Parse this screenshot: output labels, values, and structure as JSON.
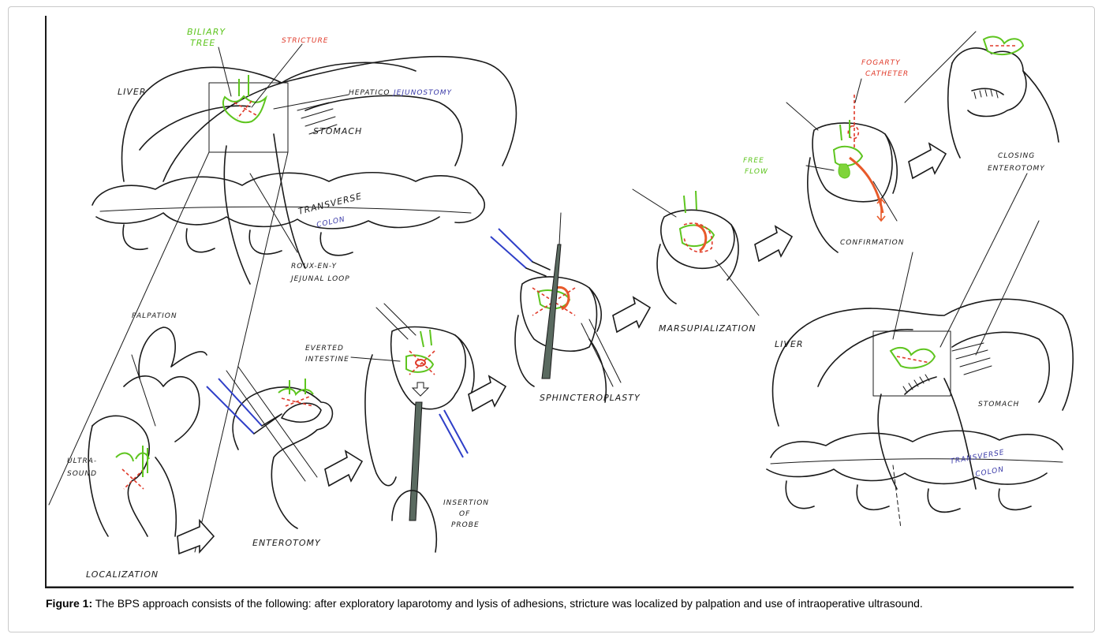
{
  "figure": {
    "labels": {
      "biliary_tree": [
        "BILIARY",
        "TREE"
      ],
      "stricture": "STRICTURE",
      "liver_top": "LIVER",
      "hepatico_a": "HEPATICO",
      "hepatico_b": "JEJUNOSTOMY",
      "stomach_top": "STOMACH",
      "transverse_top": "TRANSVERSE",
      "colon_top": "COLON",
      "roux": [
        "ROUX-EN-Y",
        "JEJUNAL LOOP"
      ],
      "palpation": "PALPATION",
      "ultrasound": [
        "ULTRA-",
        "SOUND"
      ],
      "localization": "LOCALIZATION",
      "enterotomy": "ENTEROTOMY",
      "everted": [
        "EVERTED",
        "INTESTINE"
      ],
      "insertion": [
        "INSERTION",
        "OF",
        "PROBE"
      ],
      "sphincteroplasty": "SPHINCTEROPLASTY",
      "marsupialization": "MARSUPIALIZATION",
      "fogarty": [
        "FOGARTY",
        "CATHETER"
      ],
      "free_flow": [
        "FREE",
        "FLOW"
      ],
      "confirmation": "CONFIRMATION",
      "closing": [
        "CLOSING",
        "ENTEROTOMY"
      ],
      "liver_bottom": "LIVER",
      "stomach_bottom": "STOMACH",
      "transverse_bottom": "TRANSVERSE",
      "colon_bottom": "COLON"
    },
    "colors": {
      "ink": "#1a1a1a",
      "green": "#5ec51f",
      "red": "#e03a2a",
      "blue": "#2f3fc8"
    }
  },
  "caption": {
    "bold": "Figure 1:",
    "text": " The BPS approach consists of the following: after exploratory laparotomy and lysis of adhesions, stricture was localized by palpation and use of intraoperative ultrasound."
  }
}
